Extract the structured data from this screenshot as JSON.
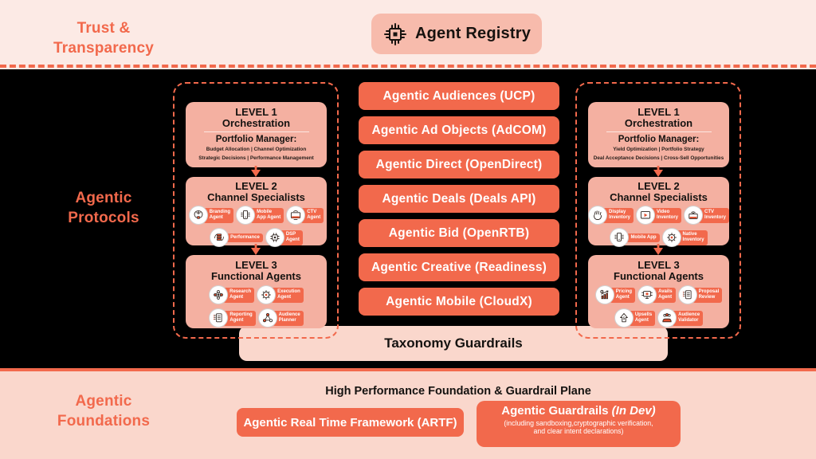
{
  "colors": {
    "accent_orange": "#F2694C",
    "box_salmon": "#F4B0A1",
    "badge_salmon": "#F7BBAC",
    "pale_pink": "#FCEAE5",
    "bar_pink": "#FAD7CC",
    "band_black": "#000000",
    "icon_ink": "#2b211c",
    "icon_accent": "#E1502F"
  },
  "top_band": {
    "side_label": "Trust &\nTransparency",
    "registry": {
      "label": "Agent Registry",
      "icon": "chip-circuit-icon"
    }
  },
  "protocols": {
    "side_label": "Agentic\nProtocols"
  },
  "center_stack": {
    "items": [
      {
        "label": "Agentic Audiences (UCP)"
      },
      {
        "label": "Agentic Ad Objects (AdCOM)"
      },
      {
        "label": "Agentic Direct (OpenDirect)"
      },
      {
        "label": "Agentic Deals (Deals API)"
      },
      {
        "label": "Agentic Bid (OpenRTB)"
      },
      {
        "label": "Agentic Creative (Readiness)"
      },
      {
        "label": "Agentic Mobile (CloudX)"
      }
    ]
  },
  "left_group": {
    "level1": {
      "title": "LEVEL 1",
      "subtitle": "Orchestration",
      "role": "Portfolio Manager:",
      "details": "Budget Allocation | Channel Optimization\nStrategic Decisions | Performance Management"
    },
    "level2": {
      "title": "LEVEL 2",
      "subtitle": "Channel Specialists",
      "agents": [
        {
          "label": "Branding\nAgent",
          "icon": "brain-icon"
        },
        {
          "label": "Mobile\nApp Agent",
          "icon": "smartphone-icon"
        },
        {
          "label": "CTV\nAgent",
          "icon": "tv-icon"
        },
        {
          "label": "Performance",
          "icon": "server-stack-icon"
        },
        {
          "label": "DSP\nAgent",
          "icon": "chip-icon"
        }
      ]
    },
    "level3": {
      "title": "LEVEL 3",
      "subtitle": "Functional Agents",
      "agents": [
        {
          "label": "Research\nAgent",
          "icon": "network-icon"
        },
        {
          "label": "Execution\nAgent",
          "icon": "gear-icon"
        },
        {
          "label": "Reporting\nAgent",
          "icon": "document-icon"
        },
        {
          "label": "Audience\nPlanner",
          "icon": "molecule-icon"
        }
      ]
    }
  },
  "right_group": {
    "level1": {
      "title": "LEVEL 1",
      "subtitle": "Orchestration",
      "role": "Portfolio Manager:",
      "details": "Yield Optimization | Portfolio Strategy\nDeal Acceptance Decisions | Cross-Sell Opportunities"
    },
    "level2": {
      "title": "LEVEL 2",
      "subtitle": "Channel Specialists",
      "agents": [
        {
          "label": "Display\nInventory",
          "icon": "hand-icon"
        },
        {
          "label": "Video\nInventory",
          "icon": "video-play-icon"
        },
        {
          "label": "CTV\nInventory",
          "icon": "ctv-screen-icon"
        },
        {
          "label": "Mobile App",
          "icon": "smartphone-icon"
        },
        {
          "label": "Native\nInventory",
          "icon": "gear-icon"
        }
      ]
    },
    "level3": {
      "title": "LEVEL 3",
      "subtitle": "Functional Agents",
      "agents": [
        {
          "label": "Pricing\nAgent",
          "icon": "chart-growth-icon"
        },
        {
          "label": "Avails\nAgent",
          "icon": "monitor-lock-icon"
        },
        {
          "label": "Proposal\nReview",
          "icon": "document-icon"
        },
        {
          "label": "Upsells\nAgent",
          "icon": "arrow-up-icon"
        },
        {
          "label": "Audience\nValidator",
          "icon": "people-icon"
        }
      ]
    }
  },
  "taxonomy": {
    "label": "Taxonomy Guardrails"
  },
  "foundations": {
    "side_label": "Agentic\nFoundations",
    "plane_title": "High Performance Foundation & Guardrail Plane",
    "artf": {
      "label": "Agentic Real Time Framework (ARTF)"
    },
    "guardrails": {
      "title": "Agentic Guardrails ",
      "status": "(In Dev)",
      "subtitle": "(including sandboxing,cryptographic verification,\nand clear intent declarations)"
    }
  }
}
